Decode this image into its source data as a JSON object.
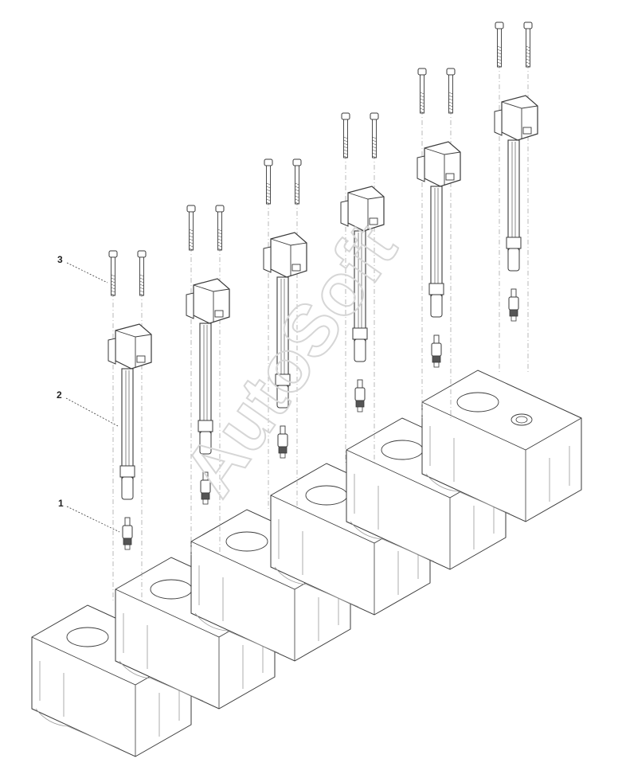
{
  "diagram": {
    "callouts": [
      {
        "id": "1"
      },
      {
        "id": "2"
      },
      {
        "id": "3"
      }
    ],
    "watermark": "AutoSoft",
    "colors": {
      "line": "#3a3a3a",
      "light_line": "#9a9a9a",
      "watermark": "#d6d6d6"
    }
  }
}
